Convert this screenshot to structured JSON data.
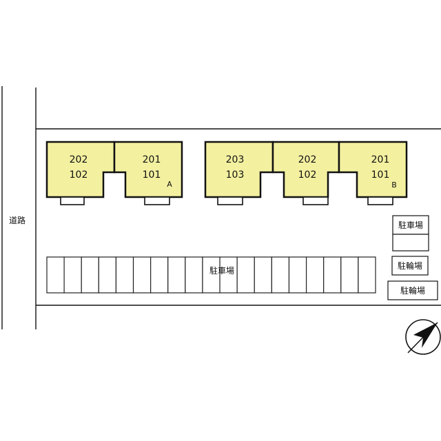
{
  "road": {
    "label": "道路"
  },
  "parking": {
    "label": "駐車場",
    "slot_count": 19
  },
  "side_parking": {
    "label": "駐車場"
  },
  "bicycle_parking": [
    {
      "label": "駐輪場"
    },
    {
      "label": "駐輪場"
    }
  ],
  "buildings": [
    {
      "label": "A",
      "units": [
        {
          "upper": "202",
          "lower": "102"
        },
        {
          "upper": "201",
          "lower": "101"
        }
      ]
    },
    {
      "label": "B",
      "units": [
        {
          "upper": "203",
          "lower": "103"
        },
        {
          "upper": "202",
          "lower": "102"
        },
        {
          "upper": "201",
          "lower": "101"
        }
      ]
    }
  ],
  "compass": {
    "icon": "north-arrow-icon"
  },
  "colors": {
    "building_fill": "#f3f0a0",
    "line": "#111111"
  }
}
